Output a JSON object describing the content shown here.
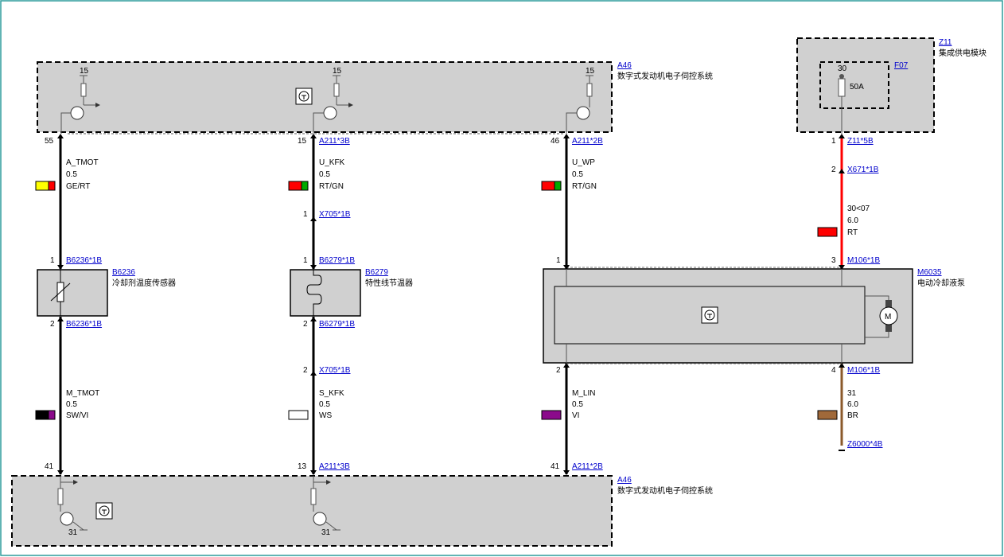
{
  "modules": {
    "a46_top": {
      "id": "A46",
      "name": "数字式发动机电子伺控系统"
    },
    "a46_bottom": {
      "id": "A46",
      "name": "数字式发动机电子伺控系统"
    },
    "z11": {
      "id": "Z11",
      "name": "集成供电模块"
    },
    "f07": {
      "id": "F07",
      "terminal": "30",
      "rating": "50A"
    },
    "b6236": {
      "id": "B6236",
      "name": "冷却剂温度传感器"
    },
    "b6279": {
      "id": "B6279",
      "name": "特性线节温器"
    },
    "m6035": {
      "id": "M6035",
      "name": "电动冷却液泵"
    }
  },
  "supply": {
    "pin15_a": "15",
    "pin15_b": "15",
    "pin15_c": "15",
    "gnd31_a": "31",
    "gnd31_b": "31"
  },
  "wires": {
    "w1": {
      "pin_top": "55",
      "conn_top": "",
      "signal": "A_TMOT",
      "size": "0.5",
      "color_code": "GE/RT",
      "colors": [
        "#ffff00",
        "#ff0000"
      ],
      "pin_comp_top": "1",
      "conn_comp_top": "B6236*1B",
      "pin_comp_bot": "2",
      "conn_comp_bot": "B6236*1B"
    },
    "w2": {
      "pin_top": "15",
      "conn_top": "A211*3B",
      "signal": "U_KFK",
      "size": "0.5",
      "color_code": "RT/GN",
      "colors": [
        "#ff0000",
        "#00aa00"
      ],
      "pin_mid": "1",
      "conn_mid": "X705*1B",
      "pin_comp_top": "1",
      "conn_comp_top": "B6279*1B",
      "pin_comp_bot": "2",
      "conn_comp_bot": "B6279*1B"
    },
    "w3": {
      "pin_top": "46",
      "conn_top": "A211*2B",
      "signal": "U_WP",
      "size": "0.5",
      "color_code": "RT/GN",
      "colors": [
        "#ff0000",
        "#00aa00"
      ],
      "pin_comp_top": "1"
    },
    "w4": {
      "pin_top": "1",
      "conn_top": "Z11*5B",
      "pin_mid": "2",
      "conn_mid": "X671*1B",
      "signal": "30<07",
      "size": "6.0",
      "color_code": "RT",
      "colors": [
        "#ff0000"
      ],
      "pin_comp_top": "3",
      "conn_comp_top": "M106*1B"
    },
    "w5": {
      "signal": "M_TMOT",
      "size": "0.5",
      "color_code": "SW/VI",
      "colors": [
        "#000000",
        "#8b0a8b"
      ],
      "pin_bot": "41",
      "conn_bot": ""
    },
    "w6": {
      "pin_mid": "2",
      "conn_mid": "X705*1B",
      "signal": "S_KFK",
      "size": "0.5",
      "color_code": "WS",
      "colors": [
        "#ffffff"
      ],
      "pin_bot": "13",
      "conn_bot": "A211*3B"
    },
    "w7": {
      "pin_comp_bot": "2",
      "signal": "M_LIN",
      "size": "0.5",
      "color_code": "VI",
      "colors": [
        "#8b0a8b"
      ],
      "pin_bot": "41",
      "conn_bot": "A211*2B"
    },
    "w8": {
      "pin_comp_bot": "4",
      "conn_comp_bot": "M106*1B",
      "signal": "31",
      "size": "6.0",
      "color_code": "BR",
      "colors": [
        "#a0693a"
      ],
      "ground": "Z6000*4B"
    }
  },
  "wire_colors": {
    "black": "#000000",
    "red": "#ff0000",
    "brown": "#8b5a2b",
    "module_fill": "#d0d0d0",
    "link": "#0000cc"
  }
}
